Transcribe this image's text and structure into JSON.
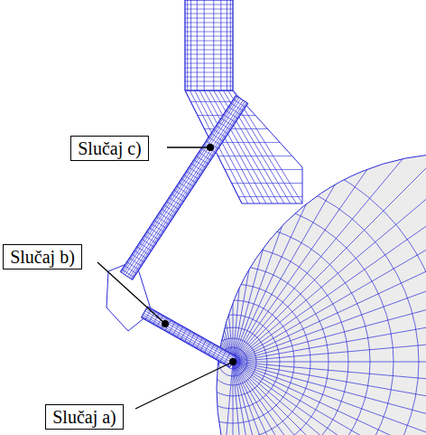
{
  "diagram": {
    "nodes": [
      {
        "text": [
          "Slučaj c)"
        ]
      },
      {
        "text": [
          "Slučaj b)"
        ]
      },
      {
        "text": [
          "Slučaj a)"
        ]
      }
    ]
  }
}
